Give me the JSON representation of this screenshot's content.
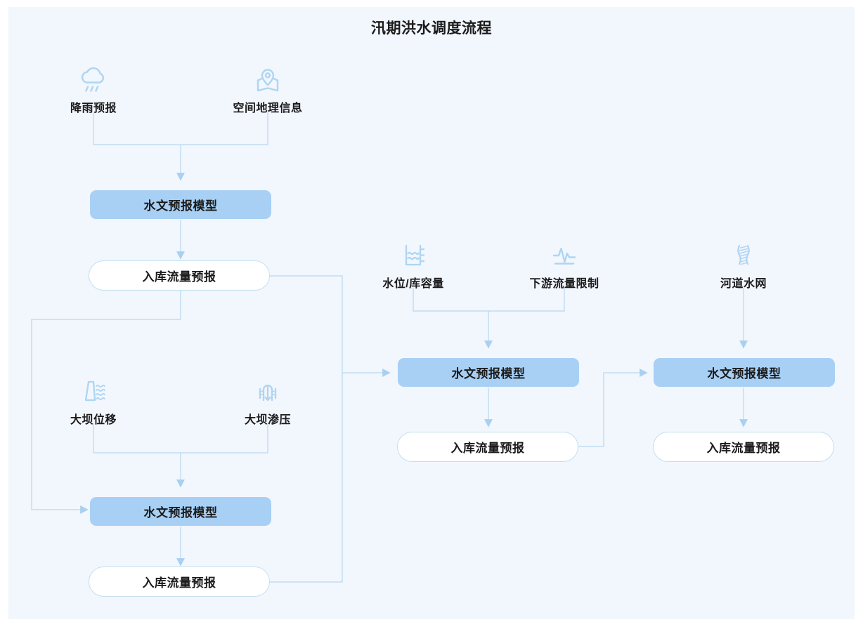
{
  "title": "汛期洪水调度流程",
  "colors": {
    "canvas_bg": "#f2f6fd",
    "page_bg": "#ffffff",
    "process_box_fill": "#a8d0f5",
    "result_pill_fill": "#ffffff",
    "result_pill_border": "#c4e0f2",
    "connector_line": "#b8d8ee",
    "arrow_fill": "#a8d0f0",
    "icon_color": "#aed5f2",
    "text_color": "#1b1b1b"
  },
  "sources": [
    {
      "id": "rainfall-forecast",
      "label": "降雨预报",
      "icon": "rain-cloud-icon"
    },
    {
      "id": "spatial-geo-info",
      "label": "空间地理信息",
      "icon": "map-pin-icon"
    },
    {
      "id": "water-level",
      "label": "水位/库容量",
      "icon": "water-level-gauge-icon"
    },
    {
      "id": "downstream-limit",
      "label": "下游流量限制",
      "icon": "pulse-wave-icon"
    },
    {
      "id": "river-network",
      "label": "河道水网",
      "icon": "river-stream-icon"
    },
    {
      "id": "dam-displacement",
      "label": "大坝位移",
      "icon": "dam-icon"
    },
    {
      "id": "dam-seepage",
      "label": "大坝渗压",
      "icon": "seepage-pressure-icon"
    }
  ],
  "process_boxes": [
    {
      "id": "model-1",
      "label": "水文预报模型"
    },
    {
      "id": "model-2",
      "label": "水文预报模型"
    },
    {
      "id": "model-3",
      "label": "水文预报模型"
    },
    {
      "id": "model-4",
      "label": "水文预报模型"
    }
  ],
  "result_pills": [
    {
      "id": "result-1",
      "label": "入库流量预报"
    },
    {
      "id": "result-2",
      "label": "入库流量预报"
    },
    {
      "id": "result-3",
      "label": "入库流量预报"
    },
    {
      "id": "result-4",
      "label": "入库流量预报"
    }
  ],
  "flow_edges": [
    {
      "from": "rainfall-forecast",
      "to": "model-1"
    },
    {
      "from": "spatial-geo-info",
      "to": "model-1"
    },
    {
      "from": "model-1",
      "to": "result-1"
    },
    {
      "from": "result-1",
      "to": "model-2"
    },
    {
      "from": "result-1",
      "to": "model-3"
    },
    {
      "from": "dam-displacement",
      "to": "model-2"
    },
    {
      "from": "dam-seepage",
      "to": "model-2"
    },
    {
      "from": "model-2",
      "to": "result-2"
    },
    {
      "from": "result-2",
      "to": "model-3"
    },
    {
      "from": "water-level",
      "to": "model-3"
    },
    {
      "from": "downstream-limit",
      "to": "model-3"
    },
    {
      "from": "model-3",
      "to": "result-3"
    },
    {
      "from": "result-3",
      "to": "model-4"
    },
    {
      "from": "river-network",
      "to": "model-4"
    },
    {
      "from": "model-4",
      "to": "result-4"
    }
  ]
}
